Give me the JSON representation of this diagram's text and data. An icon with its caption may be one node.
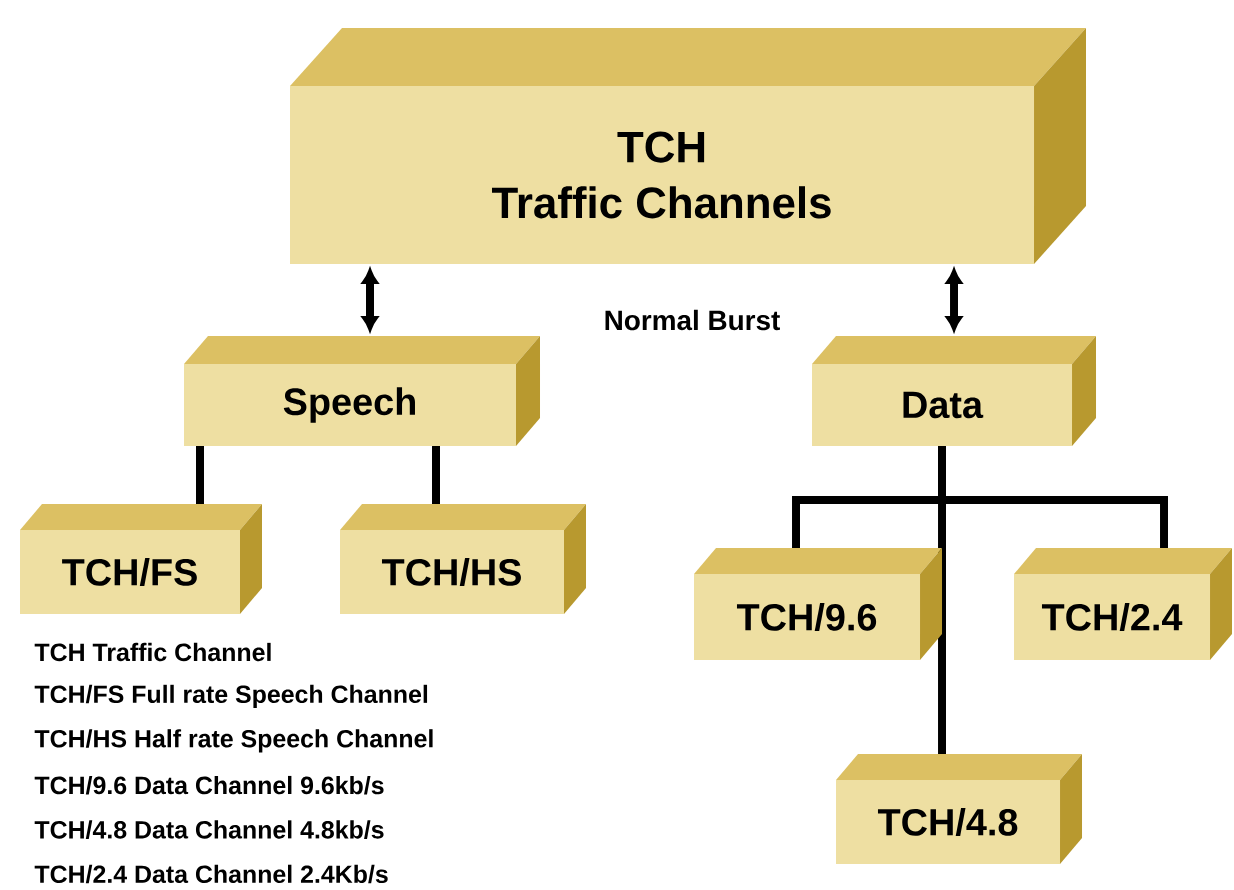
{
  "diagram": {
    "nodes": [
      {
        "text": [
          "TCH",
          "Traffic Channels"
        ]
      },
      {
        "text": [
          "Speech"
        ]
      },
      {
        "text": [
          "Data"
        ]
      },
      {
        "text": [
          "TCH/FS"
        ]
      },
      {
        "text": [
          "TCH/HS"
        ]
      },
      {
        "text": [
          "TCH/9.6"
        ]
      },
      {
        "text": [
          "TCH/2.4"
        ]
      },
      {
        "text": [
          "TCH/4.8"
        ]
      }
    ],
    "edges": [
      {
        "from": 0,
        "to": 1,
        "arrow": "both"
      },
      {
        "from": 0,
        "to": 2,
        "arrow": "both"
      },
      {
        "from": 1,
        "to": 3,
        "arrow": "none"
      },
      {
        "from": 1,
        "to": 4,
        "arrow": "none"
      },
      {
        "from": 2,
        "to": 5,
        "arrow": "none"
      },
      {
        "from": 2,
        "to": 6,
        "arrow": "none"
      },
      {
        "from": 2,
        "to": 7,
        "arrow": "none"
      }
    ],
    "labels": [
      "Normal Burst",
      "TCH Traffic Channel",
      "TCH/FS Full rate Speech Channel",
      "TCH/HS Half rate Speech Channel",
      "TCH/9.6 Data Channel 9.6kb/s",
      "TCH/4.8 Data Channel 4.8kb/s",
      "TCH/2.4 Data Channel 2.4Kb/s"
    ]
  }
}
